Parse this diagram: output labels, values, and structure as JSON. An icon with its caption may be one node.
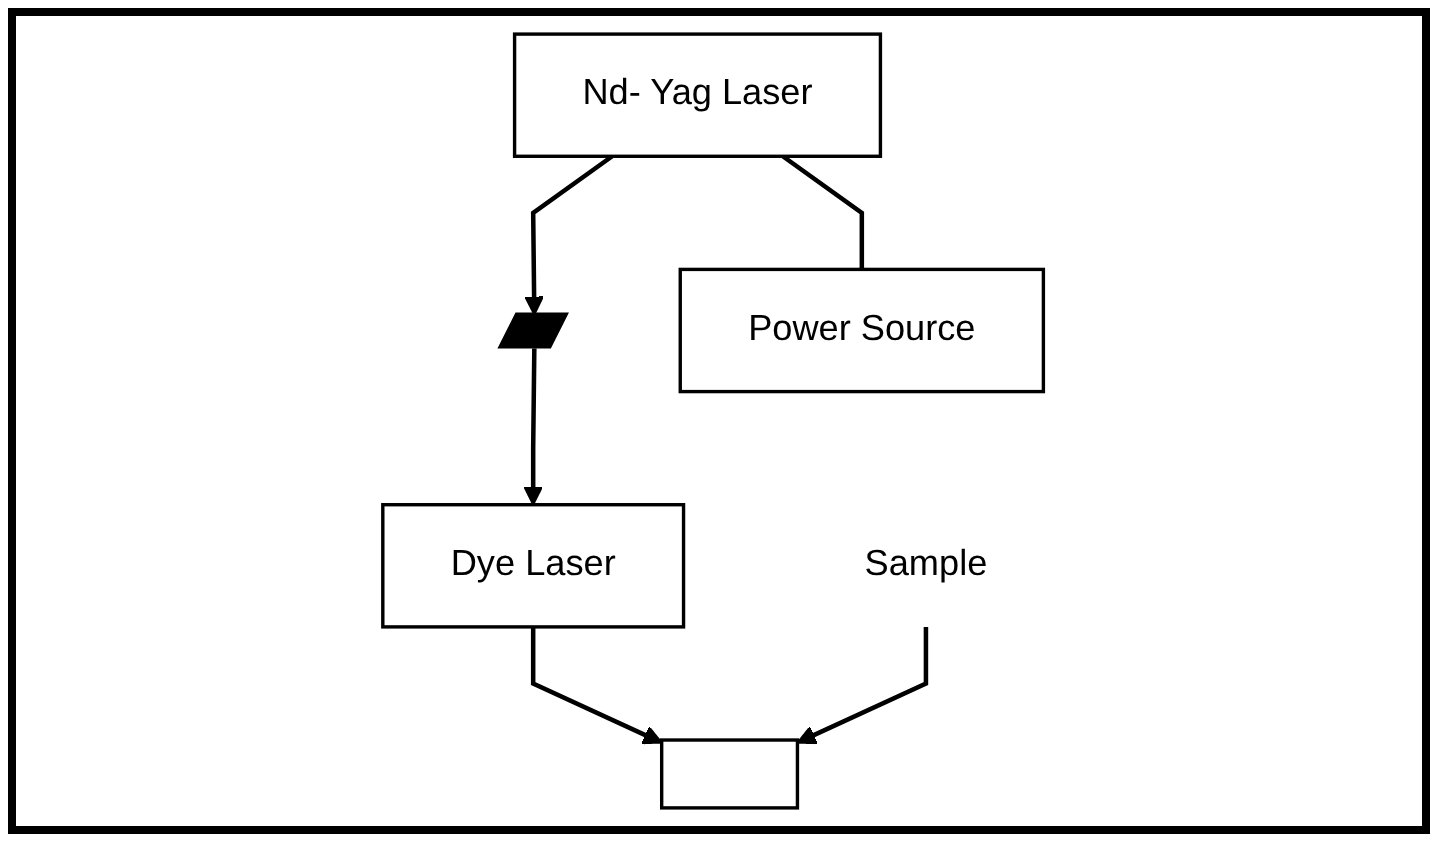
{
  "diagram": {
    "nodes": [
      {
        "text": [
          "Nd- Yag Laser"
        ]
      },
      {
        "text": [],
        "shape": "bar"
      },
      {
        "text": [
          "Dye Laser"
        ]
      },
      {
        "text": [
          "Power Source"
        ]
      },
      {
        "text": [],
        "shape": "box"
      },
      {
        "text": [
          "Sample"
        ]
      }
    ],
    "edges": [
      {
        "from": 0,
        "to": 1,
        "arrow": "to"
      },
      {
        "from": 1,
        "to": 2,
        "arrow": "to"
      },
      {
        "from": 3,
        "to": 0,
        "arrow": "none"
      },
      {
        "from": 2,
        "to": 4,
        "arrow": "to"
      },
      {
        "from": 5,
        "to": 4,
        "arrow": "to"
      }
    ]
  }
}
